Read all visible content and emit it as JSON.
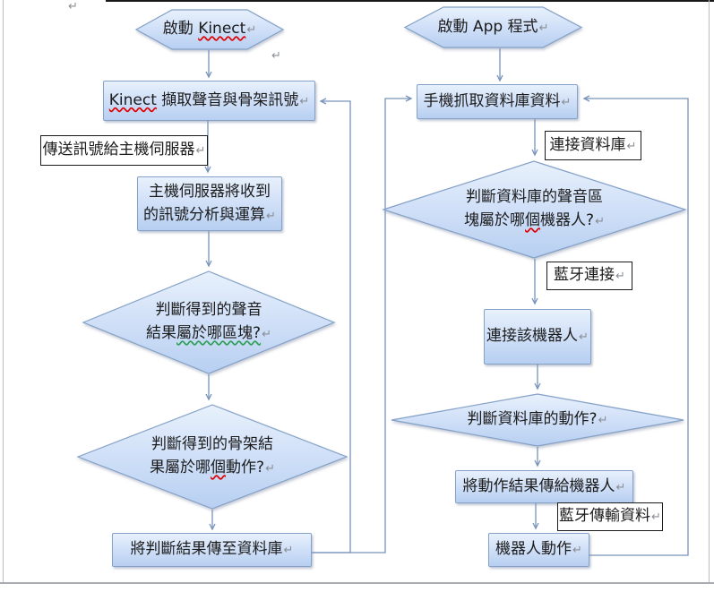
{
  "marks": {
    "pilcrow": "↵"
  },
  "colors": {
    "shape_fill_top": "#e8f1fc",
    "shape_fill_bottom": "#b7cff1",
    "shape_border": "#84a1c7",
    "connector": "#7793ba",
    "label_border": "#1a1a1a",
    "spell_wavy_red": "#e00000",
    "grammar_wavy_green": "#2f9e57",
    "page_edge": "#b9bcc0",
    "top_rule": "#191919"
  },
  "left_flow": {
    "start": {
      "prefix": "啟動 ",
      "keyword": "Kinect"
    },
    "capture": {
      "keyword": "Kinect",
      "suffix": " 擷取聲音與骨架訊號"
    },
    "send_label": {
      "text": "傳送訊號給主機伺服器"
    },
    "server": {
      "line1": "主機伺服器將收到",
      "line2": "的訊號分析與運算"
    },
    "voice_decision": {
      "line1": "判斷得到的聲音",
      "line2_prefix": "結果",
      "line2_wavy": "屬於哪區塊?"
    },
    "skeleton_decision": {
      "line1": "判斷得到的骨架結",
      "line2_prefix": "果屬於哪",
      "line2_wavy": "個",
      "line2_suffix": "動作?"
    },
    "store": {
      "text": "將判斷結果傳至資料庫"
    }
  },
  "right_flow": {
    "start": {
      "text": "啟動 App 程式"
    },
    "fetch": {
      "text": "手機抓取資料庫資料"
    },
    "connect_db_label": {
      "text": "連接資料庫"
    },
    "voice_zone_decision": {
      "line1": "判斷資料庫的聲音區",
      "line2_prefix": "塊屬於哪",
      "line2_wavy": "個",
      "line2_suffix": "機器人?"
    },
    "bt_connect_label": {
      "text": "藍牙連接"
    },
    "connect_robot": {
      "text": "連接該機器人"
    },
    "action_decision": {
      "text": "判斷資料庫的動作?"
    },
    "send_action": {
      "text": "將動作結果傳給機器人"
    },
    "bt_transfer_label": {
      "text": "藍牙傳輸資料"
    },
    "robot_action": {
      "text": "機器人動作"
    }
  }
}
